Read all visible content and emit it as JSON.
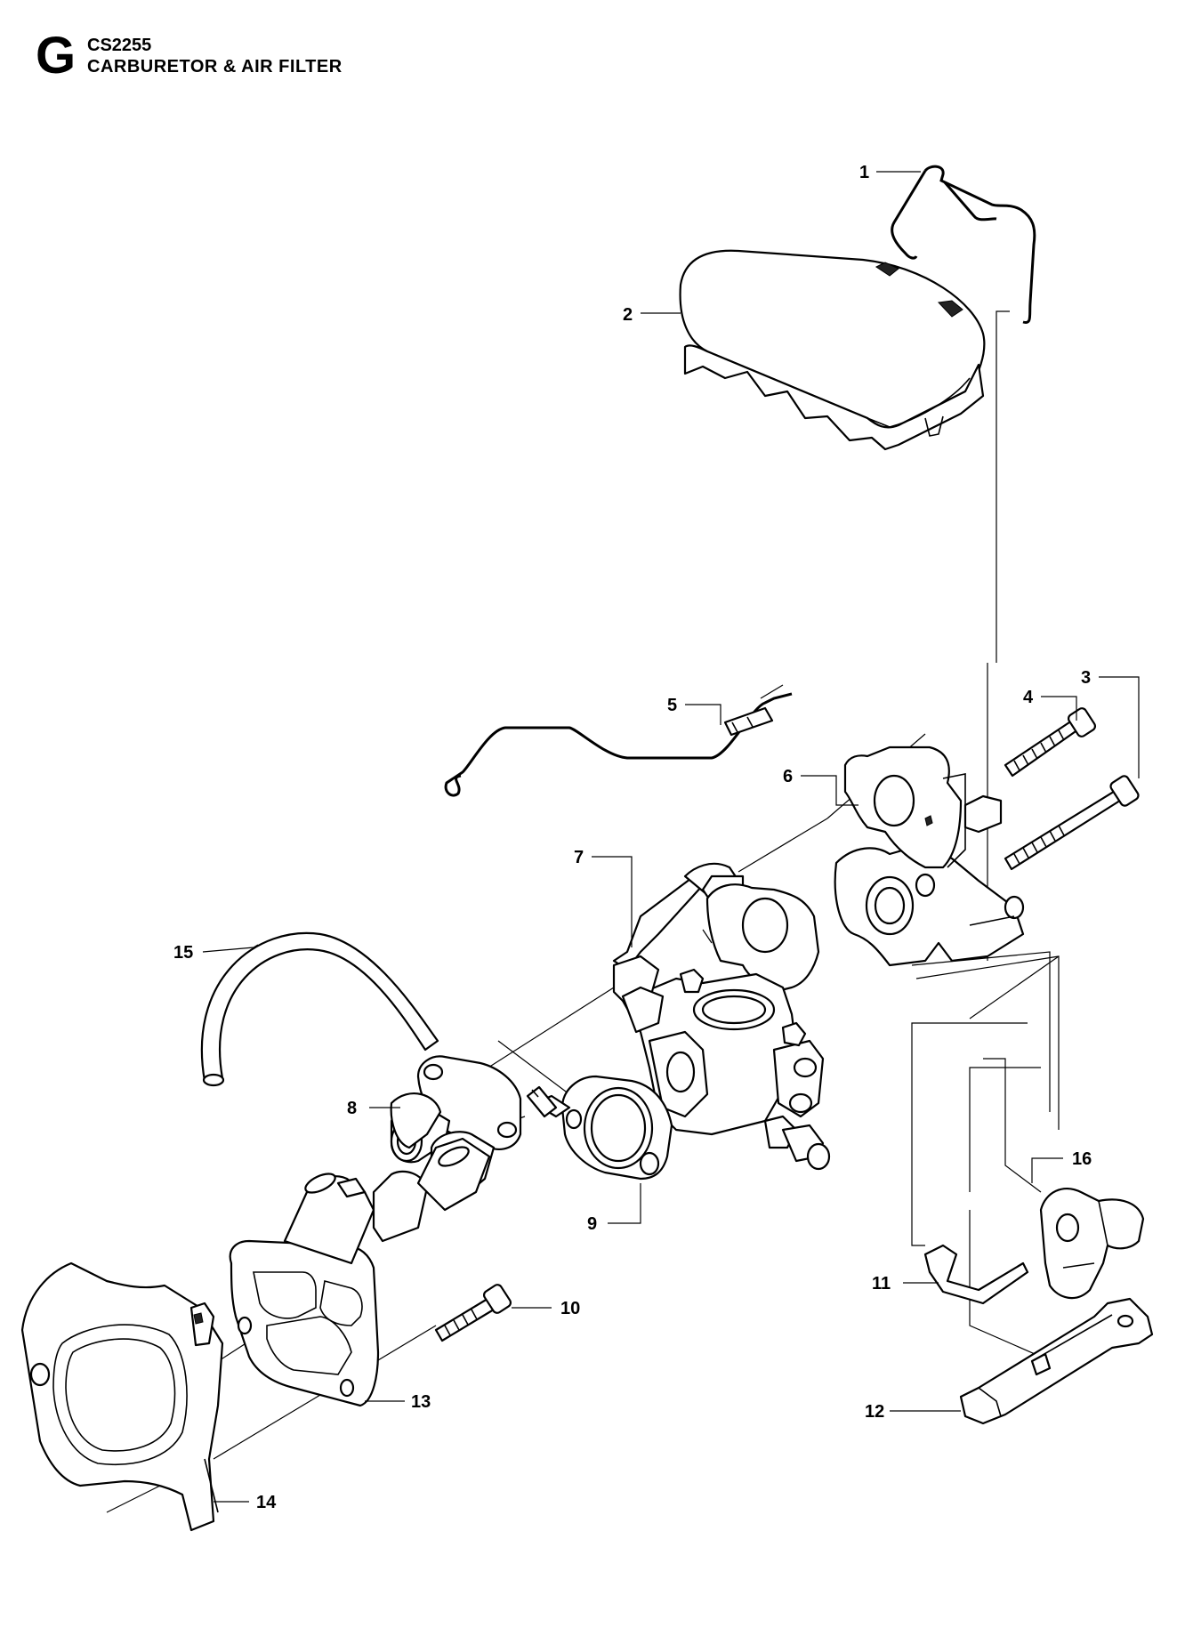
{
  "header": {
    "section_letter": "G",
    "model": "CS2255",
    "title": "CARBURETOR & AIR FILTER"
  },
  "callouts": [
    "1",
    "2",
    "3",
    "4",
    "5",
    "6",
    "7",
    "8",
    "9",
    "10",
    "11",
    "12",
    "13",
    "14",
    "15",
    "16"
  ]
}
